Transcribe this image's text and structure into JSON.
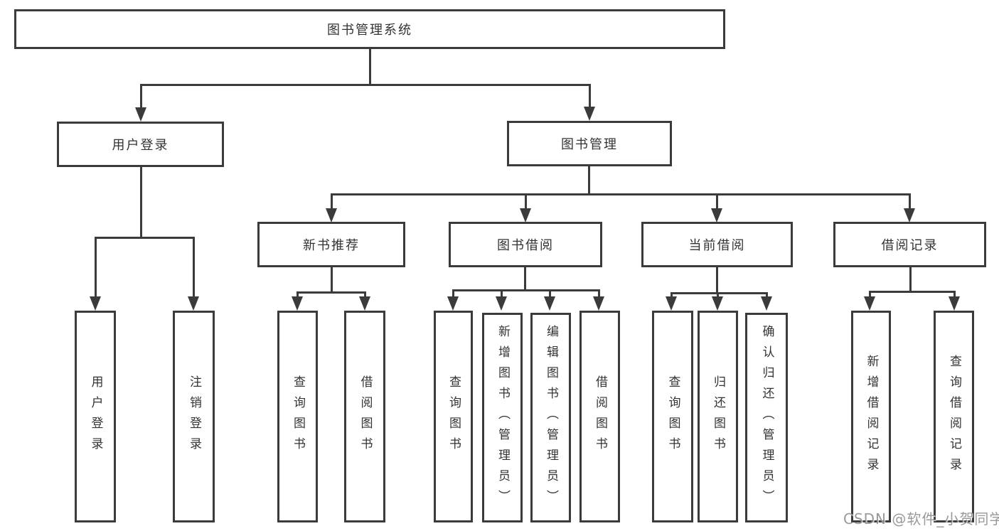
{
  "nodes": {
    "root": {
      "label": "图书管理系统"
    },
    "user_login": {
      "label": "用户登录"
    },
    "book_mgmt": {
      "label": "图书管理"
    },
    "new_books": {
      "label": "新书推荐"
    },
    "book_borrow": {
      "label": "图书借阅"
    },
    "current_borrow": {
      "label": "当前借阅"
    },
    "borrow_records": {
      "label": "借阅记录"
    },
    "leaf_user_login": {
      "label": "用户登录"
    },
    "leaf_logout": {
      "label": "注销登录"
    },
    "leaf_nb_query": {
      "label": "查询图书"
    },
    "leaf_nb_borrow": {
      "label": "借阅图书"
    },
    "leaf_bb_query": {
      "label": "查询图书"
    },
    "leaf_bb_add": {
      "label": "新增图书（管理员）"
    },
    "leaf_bb_edit": {
      "label": "编辑图书（管理员）"
    },
    "leaf_bb_borrow": {
      "label": "借阅图书"
    },
    "leaf_cb_query": {
      "label": "查询图书"
    },
    "leaf_cb_return": {
      "label": "归还图书"
    },
    "leaf_cb_confirm": {
      "label": "确认归还（管理员）"
    },
    "leaf_br_add": {
      "label": "新增借阅记录"
    },
    "leaf_br_query": {
      "label": "查询借阅记录"
    }
  },
  "hierarchy": {
    "root": [
      "user_login",
      "book_mgmt"
    ],
    "user_login": [
      "leaf_user_login",
      "leaf_logout"
    ],
    "book_mgmt": [
      "new_books",
      "book_borrow",
      "current_borrow",
      "borrow_records"
    ],
    "new_books": [
      "leaf_nb_query",
      "leaf_nb_borrow"
    ],
    "book_borrow": [
      "leaf_bb_query",
      "leaf_bb_add",
      "leaf_bb_edit",
      "leaf_bb_borrow"
    ],
    "current_borrow": [
      "leaf_cb_query",
      "leaf_cb_return",
      "leaf_cb_confirm"
    ],
    "borrow_records": [
      "leaf_br_add",
      "leaf_br_query"
    ]
  },
  "watermark": "CSDN @软件_小贺同学",
  "colors": {
    "line": "#3b3b3b",
    "text": "#333333",
    "background": "#ffffff",
    "watermark": "#808080"
  }
}
